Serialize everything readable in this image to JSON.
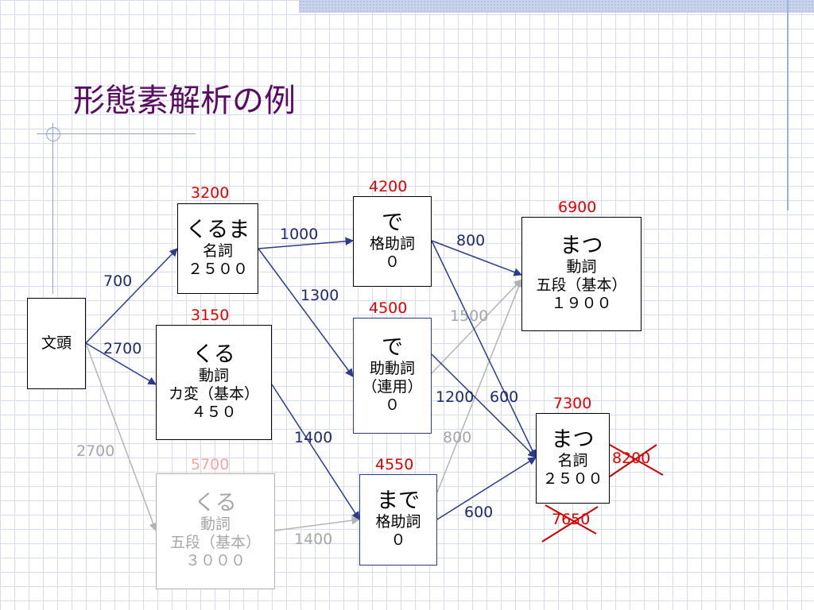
{
  "slide": {
    "title": "形態素解析の例"
  },
  "nodes": {
    "bos": {
      "label": "文頭"
    },
    "kuruma": {
      "surface": "くるま",
      "pos": "名詞",
      "cost": "２５００"
    },
    "kuru_ka": {
      "surface": "くる",
      "pos": "動詞",
      "conj": "カ変（基本）",
      "cost": "４５０"
    },
    "kuru_go": {
      "surface": "くる",
      "pos": "動詞",
      "conj": "五段（基本）",
      "cost": "３０００"
    },
    "de_case": {
      "surface": "で",
      "pos": "格助詞",
      "cost": "０"
    },
    "de_aux": {
      "surface": "で",
      "pos": "助動詞",
      "conj": "（連用）",
      "cost": "０"
    },
    "made": {
      "surface": "まで",
      "pos": "格助詞",
      "cost": "０"
    },
    "matsu_v": {
      "surface": "まつ",
      "pos": "動詞",
      "conj": "五段（基本）",
      "cost": "１９００"
    },
    "matsu_n": {
      "surface": "まつ",
      "pos": "名詞",
      "cost": "２５００"
    }
  },
  "scores": {
    "kuruma": "3200",
    "kuru_ka": "3150",
    "kuru_go": "5700",
    "de_case": "4200",
    "de_aux": "4500",
    "made": "4550",
    "matsu_v": "6900",
    "matsu_n": "7300",
    "crossed_a": "8200",
    "crossed_b": "7650"
  },
  "connection_costs": {
    "bos_kuruma": "700",
    "bos_kuru_ka": "2700",
    "bos_kuru_go": "2700",
    "kuruma_de_case": "1000",
    "kuruma_de_aux": "1300",
    "kuru_ka_made": "1400",
    "kuru_go_made": "1400",
    "de_case_matsu_v": "800",
    "de_aux_matsu_v": "1500",
    "de_aux_matsu_n": "1200",
    "de_case_matsu_n": "600",
    "made_matsu_v": "800",
    "made_matsu_n": "600"
  },
  "colors": {
    "title": "#5a0b63",
    "best_path": "#2a3b8f",
    "pruned": "#b3b3b3",
    "score": "#e00000",
    "cost_label": "#1f2a6e",
    "cross_mark": "#c80000"
  }
}
